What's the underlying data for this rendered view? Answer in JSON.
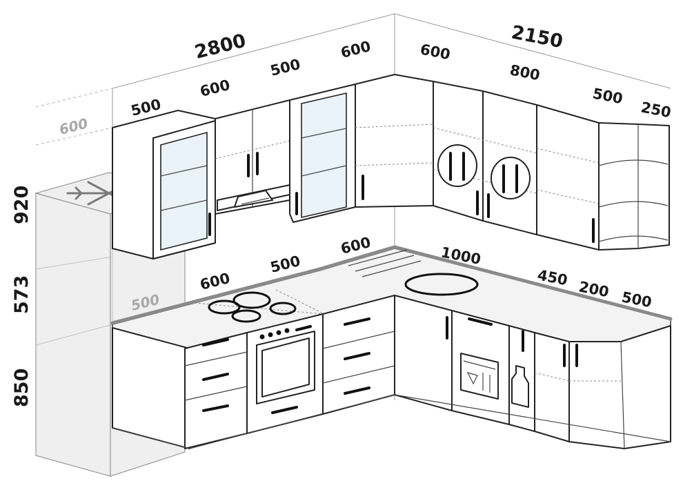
{
  "diagram": {
    "overall": {
      "left_wall": "2800",
      "right_wall": "2150",
      "depth_ghost": "600"
    },
    "heights": {
      "wall_cabinets": "920",
      "backsplash": "573",
      "base_cabinets": "850"
    },
    "upper_left_row": [
      "500",
      "600",
      "500",
      "600"
    ],
    "upper_right_row": [
      "600",
      "800",
      "500",
      "250"
    ],
    "lower_left_row": [
      "500",
      "600",
      "500",
      "600"
    ],
    "lower_right_row": [
      "1000",
      "450",
      "200",
      "500"
    ]
  },
  "colors": {
    "line": "#222222",
    "glass": "#eaf2fa",
    "ghost": "#a8a8a8",
    "edge": "#8a8a8a"
  },
  "icons": [
    "snowflake-icon",
    "fork-knife-icon",
    "dishwasher-icon",
    "bottle-icon",
    "range-hood-icon"
  ]
}
